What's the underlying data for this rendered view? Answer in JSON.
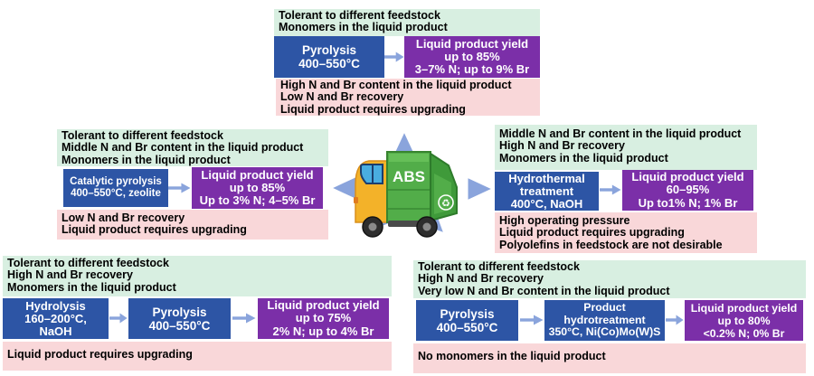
{
  "colors": {
    "pros_bg": "#d8efe1",
    "cons_bg": "#f9d7d9",
    "process_box": "#2d55a5",
    "result_box": "#7b2fa8",
    "arrow": "#8aa4dc",
    "truck_cab": "#f3b229",
    "truck_body": "#52ad49"
  },
  "center": {
    "truck_label": "ABS",
    "recycle_icon": "♻"
  },
  "blocks": {
    "top": {
      "pros": [
        "Tolerant to different feedstock",
        "Monomers in the liquid product"
      ],
      "step1": [
        "Pyrolysis",
        "400–550°C"
      ],
      "result": [
        "Liquid product yield",
        "up to 85%",
        "3–7% N; up to 9% Br"
      ],
      "cons": [
        "High N and Br content in the liquid product",
        "Low N and Br recovery",
        "Liquid product requires upgrading"
      ]
    },
    "mid_left": {
      "pros": [
        "Tolerant to different feedstock",
        "Middle N and Br content in the liquid product",
        "Monomers in the liquid product"
      ],
      "step1": [
        "Catalytic pyrolysis",
        "400–550°C, zeolite"
      ],
      "result": [
        "Liquid product yield",
        "up to 85%",
        "Up to 3% N; 4–5% Br"
      ],
      "cons": [
        "Low N and Br recovery",
        "Liquid product requires upgrading"
      ]
    },
    "mid_right": {
      "pros": [
        "Middle N and Br content in the liquid product",
        "High N and Br recovery",
        "Monomers in the liquid product"
      ],
      "step1": [
        "Hydrothermal",
        "treatment",
        "400°C, NaOH"
      ],
      "result": [
        "Liquid product yield",
        "60–95%",
        "Up to1% N; 1% Br"
      ],
      "cons": [
        "High operating pressure",
        "Liquid product requires upgrading",
        "Polyolefins in feedstock are not desirable"
      ]
    },
    "bottom_left": {
      "pros": [
        "Tolerant to different feedstock",
        "High N and Br recovery",
        "Monomers in the liquid product"
      ],
      "step1": [
        "Hydrolysis",
        "160–200°C,",
        "NaOH"
      ],
      "step2": [
        "Pyrolysis",
        "400–550°C"
      ],
      "result": [
        "Liquid product yield",
        "up to 75%",
        "2% N; up to 4% Br"
      ],
      "cons": [
        "Liquid product requires upgrading"
      ]
    },
    "bottom_right": {
      "pros": [
        "Tolerant to different feedstock",
        "High N and Br recovery",
        "Very low N and Br content in the liquid product"
      ],
      "step1": [
        "Pyrolysis",
        "400–550°C"
      ],
      "step2": [
        "Product",
        "hydrotreatment",
        "350°C, Ni(Co)Mo(W)S"
      ],
      "result": [
        "Liquid product yield",
        "up to 80%",
        "<0.2% N; 0% Br"
      ],
      "cons": [
        "No monomers in the liquid product"
      ]
    }
  }
}
